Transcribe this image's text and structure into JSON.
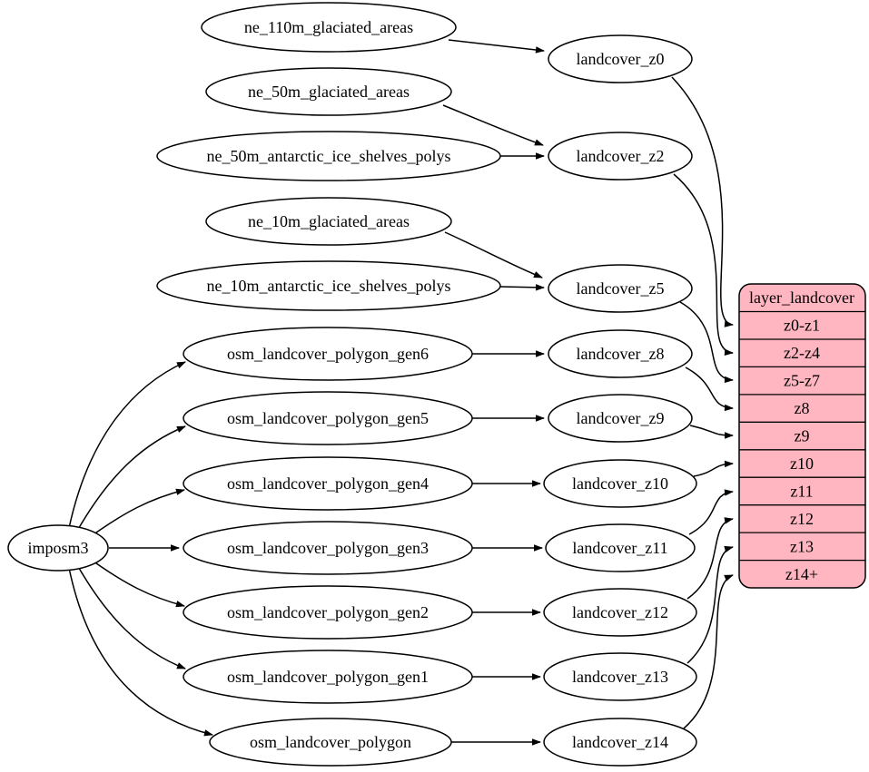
{
  "diagram": {
    "kind": "graphviz-dependency-diagram",
    "background_color": "#ffffff",
    "node_fill_color": "#ffffff",
    "record_fill_color": "#ffb6c1",
    "stroke_color": "#000000"
  },
  "nodes": {
    "root": {
      "label": "imposm3"
    },
    "sources": [
      {
        "label": "ne_110m_glaciated_areas"
      },
      {
        "label": "ne_50m_glaciated_areas"
      },
      {
        "label": "ne_50m_antarctic_ice_shelves_polys"
      },
      {
        "label": "ne_10m_glaciated_areas"
      },
      {
        "label": "ne_10m_antarctic_ice_shelves_polys"
      },
      {
        "label": "osm_landcover_polygon_gen6"
      },
      {
        "label": "osm_landcover_polygon_gen5"
      },
      {
        "label": "osm_landcover_polygon_gen4"
      },
      {
        "label": "osm_landcover_polygon_gen3"
      },
      {
        "label": "osm_landcover_polygon_gen2"
      },
      {
        "label": "osm_landcover_polygon_gen1"
      },
      {
        "label": "osm_landcover_polygon"
      }
    ],
    "stages": [
      {
        "label": "landcover_z0"
      },
      {
        "label": "landcover_z2"
      },
      {
        "label": "landcover_z5"
      },
      {
        "label": "landcover_z8"
      },
      {
        "label": "landcover_z9"
      },
      {
        "label": "landcover_z10"
      },
      {
        "label": "landcover_z11"
      },
      {
        "label": "landcover_z12"
      },
      {
        "label": "landcover_z13"
      },
      {
        "label": "landcover_z14"
      }
    ],
    "record": {
      "header": "layer_landcover",
      "rows": [
        {
          "label": "z0-z1"
        },
        {
          "label": "z2-z4"
        },
        {
          "label": "z5-z7"
        },
        {
          "label": "z8"
        },
        {
          "label": "z9"
        },
        {
          "label": "z10"
        },
        {
          "label": "z11"
        },
        {
          "label": "z12"
        },
        {
          "label": "z13"
        },
        {
          "label": "z14+"
        }
      ]
    }
  },
  "edges": [
    {
      "from": "imposm3",
      "to": "osm_landcover_polygon_gen6"
    },
    {
      "from": "imposm3",
      "to": "osm_landcover_polygon_gen5"
    },
    {
      "from": "imposm3",
      "to": "osm_landcover_polygon_gen4"
    },
    {
      "from": "imposm3",
      "to": "osm_landcover_polygon_gen3"
    },
    {
      "from": "imposm3",
      "to": "osm_landcover_polygon_gen2"
    },
    {
      "from": "imposm3",
      "to": "osm_landcover_polygon_gen1"
    },
    {
      "from": "imposm3",
      "to": "osm_landcover_polygon"
    },
    {
      "from": "ne_110m_glaciated_areas",
      "to": "landcover_z0"
    },
    {
      "from": "ne_50m_glaciated_areas",
      "to": "landcover_z2"
    },
    {
      "from": "ne_50m_antarctic_ice_shelves_polys",
      "to": "landcover_z2"
    },
    {
      "from": "ne_10m_glaciated_areas",
      "to": "landcover_z5"
    },
    {
      "from": "ne_10m_antarctic_ice_shelves_polys",
      "to": "landcover_z5"
    },
    {
      "from": "osm_landcover_polygon_gen6",
      "to": "landcover_z8"
    },
    {
      "from": "osm_landcover_polygon_gen5",
      "to": "landcover_z9"
    },
    {
      "from": "osm_landcover_polygon_gen4",
      "to": "landcover_z10"
    },
    {
      "from": "osm_landcover_polygon_gen3",
      "to": "landcover_z11"
    },
    {
      "from": "osm_landcover_polygon_gen2",
      "to": "landcover_z12"
    },
    {
      "from": "osm_landcover_polygon_gen1",
      "to": "landcover_z13"
    },
    {
      "from": "osm_landcover_polygon",
      "to": "landcover_z14"
    },
    {
      "from": "landcover_z0",
      "to": "layer_landcover:z0-z1"
    },
    {
      "from": "landcover_z2",
      "to": "layer_landcover:z2-z4"
    },
    {
      "from": "landcover_z5",
      "to": "layer_landcover:z5-z7"
    },
    {
      "from": "landcover_z8",
      "to": "layer_landcover:z8"
    },
    {
      "from": "landcover_z9",
      "to": "layer_landcover:z9"
    },
    {
      "from": "landcover_z10",
      "to": "layer_landcover:z10"
    },
    {
      "from": "landcover_z11",
      "to": "layer_landcover:z11"
    },
    {
      "from": "landcover_z12",
      "to": "layer_landcover:z12"
    },
    {
      "from": "landcover_z13",
      "to": "layer_landcover:z13"
    },
    {
      "from": "landcover_z14",
      "to": "layer_landcover:z14+"
    }
  ]
}
